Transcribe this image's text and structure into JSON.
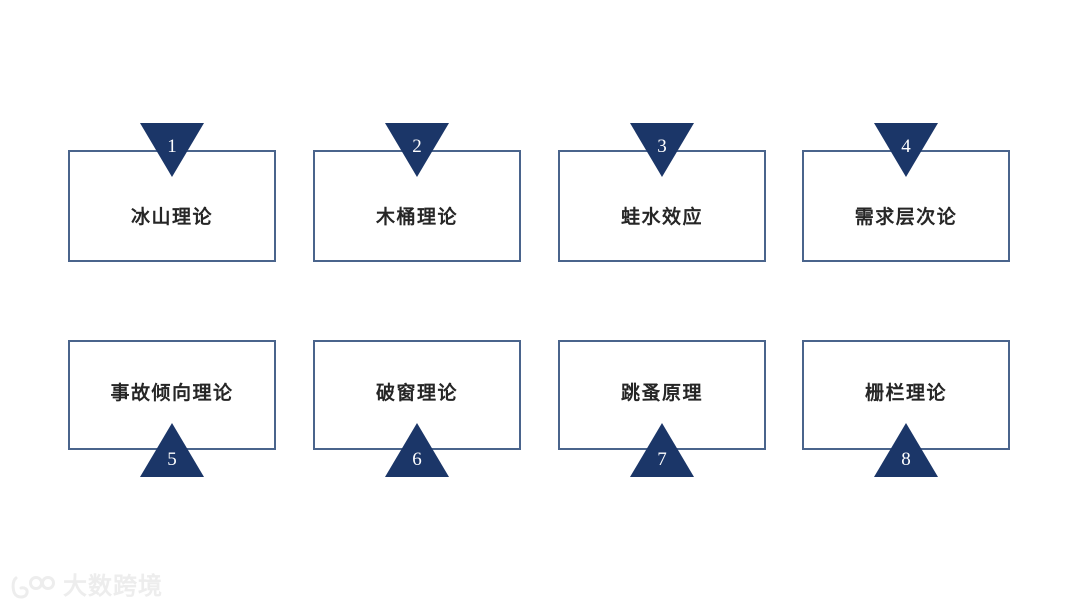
{
  "slide": {
    "background_color": "#ffffff",
    "accent_color": "#1b3668",
    "border_color": "#4a648c",
    "text_color": "#262626"
  },
  "cards": [
    {
      "number": "1",
      "label": "冰山理论",
      "marker": "down"
    },
    {
      "number": "2",
      "label": "木桶理论",
      "marker": "down"
    },
    {
      "number": "3",
      "label": "蛙水效应",
      "marker": "down"
    },
    {
      "number": "4",
      "label": "需求层次论",
      "marker": "down"
    },
    {
      "number": "5",
      "label": "事故倾向理论",
      "marker": "up"
    },
    {
      "number": "6",
      "label": "破窗理论",
      "marker": "up"
    },
    {
      "number": "7",
      "label": "跳蚤原理",
      "marker": "up"
    },
    {
      "number": "8",
      "label": "栅栏理论",
      "marker": "up"
    }
  ],
  "watermark": {
    "text": "大数跨境",
    "logo_name": "dashu-kuajing-logo",
    "color": "#ededed"
  }
}
